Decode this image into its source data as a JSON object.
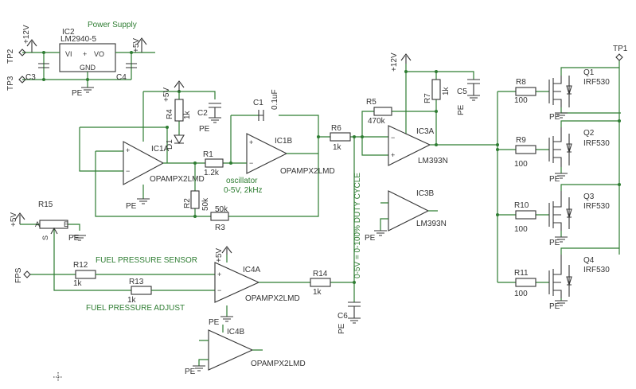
{
  "notes": {
    "power_supply": "Power Supply",
    "oscillator_1": "oscillator",
    "oscillator_2": "0-5V, 2kHz",
    "fuel_pressure_sensor": "FUEL PRESSURE SENSOR",
    "fuel_pressure_adjust": "FUEL PRESSURE ADJUST",
    "duty_cycle": "0-5V = 0-100% DUTY CYCLE"
  },
  "power": {
    "p12v": "+12V",
    "p5v": "+5V",
    "gnd": "PE"
  },
  "ics": {
    "ic2_name": "IC2",
    "ic2_value": "LM2940-5",
    "ic2_vi": "VI",
    "ic2_vo": "VO",
    "ic2_gnd": "GND",
    "ic1a_name": "IC1A",
    "ic1b_name": "IC1B",
    "ic4a_name": "IC4A",
    "ic4b_name": "IC4B",
    "opamp_value": "OPAMPX2LMD",
    "ic3a_name": "IC3A",
    "ic3b_name": "IC3B",
    "comp_value": "LM393N"
  },
  "passives": {
    "r1": "R1",
    "r1_v": "1.2k",
    "r2": "R2",
    "r2_v": "50k",
    "r3": "R3",
    "r3_v": "50k",
    "r4": "R4",
    "r4_v": "1k",
    "r5": "R5",
    "r5_v": "470k",
    "r6": "R6",
    "r6_v": "1k",
    "r7": "R7",
    "r7_v": "1k",
    "r8": "R8",
    "r9": "R9",
    "r10": "R10",
    "r11": "R11",
    "r_gate_v": "100",
    "r12": "R12",
    "r12_v": "1k",
    "r13": "R13",
    "r13_v": "1k",
    "r14": "R14",
    "r14_v": "1k",
    "r15": "R15",
    "c1": "C1",
    "c1_v": "0.1uF",
    "c2": "C2",
    "c3": "C3",
    "c4": "C4",
    "c5": "C5",
    "c6": "C6",
    "d1": "D1",
    "tp1": "TP1",
    "tp2": "TP2",
    "tp3": "TP3",
    "fps": "FPS",
    "q1": "Q1",
    "q2": "Q2",
    "q3": "Q3",
    "q4": "Q4",
    "mosfet_value": "IRF530",
    "pot_a": "A",
    "pot_e": "E",
    "pot_s": "S"
  }
}
